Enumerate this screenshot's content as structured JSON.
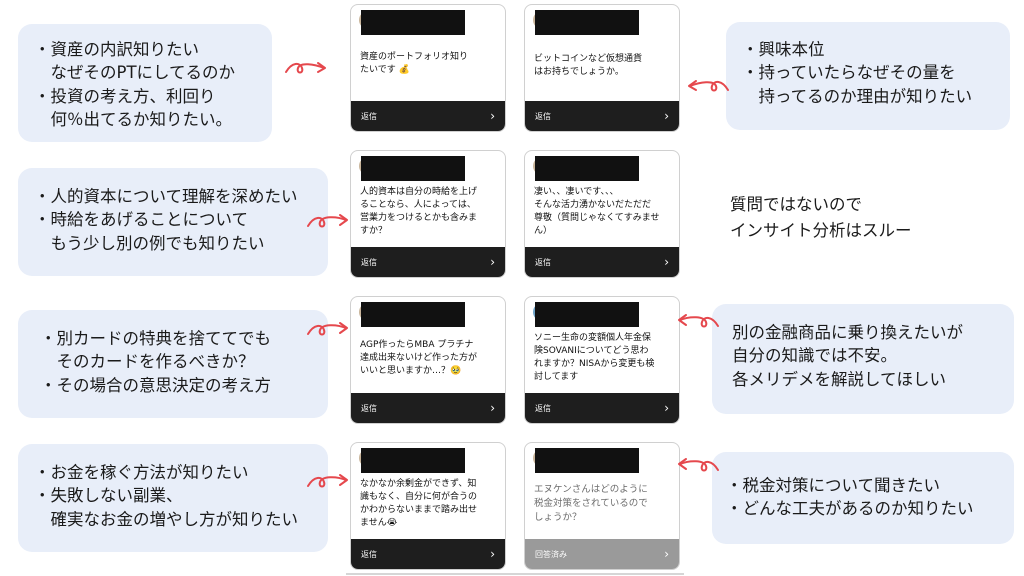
{
  "colors": {
    "note_bg": "#e8eef9",
    "arrow": "#e5484d",
    "reply_bar": "#1e1e1e",
    "reply_bar_answered": "#9a9a9a"
  },
  "notes": [
    {
      "lines": [
        "・資産の内訳知りたい",
        "　なぜそのPTにしてるのか",
        "・投資の考え方、利回り",
        "　何％出てるか知りたい。"
      ]
    },
    {
      "lines": [
        "・興味本位",
        "・持っていたらなぜその量を",
        "　持ってるのか理由が知りたい"
      ]
    },
    {
      "lines": [
        "・人的資本について理解を深めたい",
        "・時給をあげることについて",
        "　もう少し別の例でも知りたい"
      ]
    },
    {
      "lines": [
        "質問ではないので",
        "インサイト分析はスルー"
      ]
    },
    {
      "lines": [
        "・別カードの特典を捨ててでも",
        "　そのカードを作るべきか？",
        "・その場合の意思決定の考え方"
      ]
    },
    {
      "lines": [
        "別の金融商品に乗り換えたいが",
        "自分の知識では不安。",
        "各メリデメを解説してほしい"
      ]
    },
    {
      "lines": [
        "・お金を稼ぐ方法が知りたい",
        "・失敗しない副業、",
        "　確実なお金の増やし方が知りたい"
      ]
    },
    {
      "lines": [
        "・税金対策について聞きたい",
        "・どんな工夫があるのか知りたい"
      ]
    }
  ],
  "cards": [
    {
      "question": "資産のポートフォリオ知り\nたいです 💰",
      "reply_label": "返信",
      "icon": "chevron-right-icon"
    },
    {
      "question": "ビットコインなど仮想通貨\nはお持ちでしょうか。",
      "reply_label": "返信",
      "icon": "chevron-right-icon"
    },
    {
      "question": "人的資本は自分の時給を上げ\nることなら、人によっては、\n営業力をつけるとかも含みま\nすか？",
      "reply_label": "返信",
      "icon": "chevron-right-icon"
    },
    {
      "question": "凄い、、凄いです、、、\nそんな活力湧かないだただだ\n尊敬（質問じゃなくてすみませ\nん）",
      "reply_label": "返信",
      "icon": "chevron-right-icon"
    },
    {
      "question": "AGP作ったらMBA プラチナ\n達成出来ないけど作った方が\nいいと思いますか…？🥹",
      "reply_label": "返信",
      "icon": "chevron-right-icon"
    },
    {
      "question": "ソニー生命の変額個人年金保\n険SOVANIについてどう思わ\nれますか？NISAから変更も検\n討してます",
      "reply_label": "返信",
      "icon": "chevron-right-icon"
    },
    {
      "question": "なかなか余剰金ができず、知\n識もなく、自分に何が合うの\nかわからないままで踏み出せ\nません😭",
      "reply_label": "返信",
      "icon": "chevron-right-icon"
    },
    {
      "question": "エヌケンさんはどのように\n税金対策をされているので\nしょうか？",
      "reply_label": "回答済み",
      "icon": "chevron-right-icon",
      "answered": true
    }
  ]
}
